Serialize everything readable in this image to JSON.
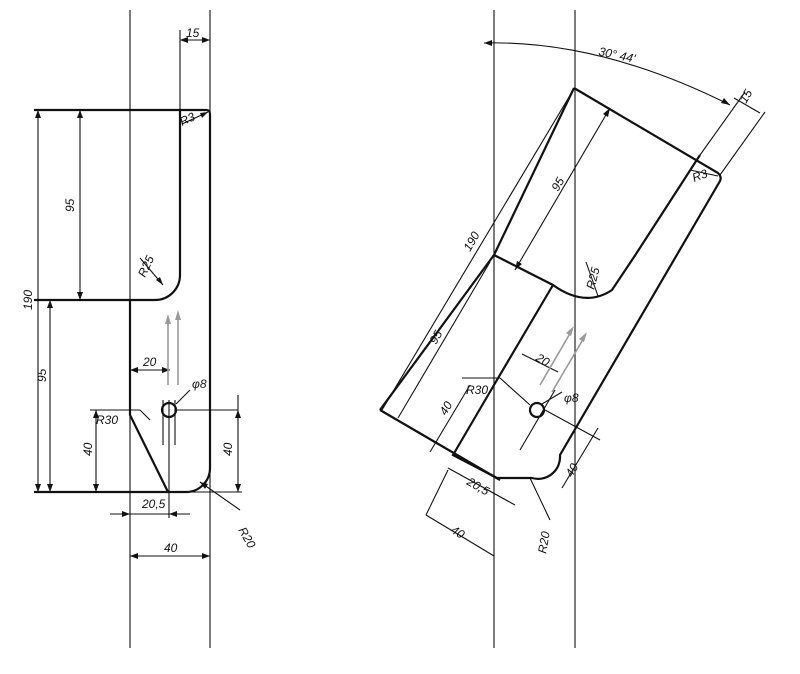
{
  "left_view": {
    "dims": {
      "top_width": "15",
      "r3": "R3",
      "h95_upper": "95",
      "h190": "190",
      "r25": "R25",
      "h95_lower": "95",
      "w20": "20",
      "phi8": "φ8",
      "r30": "R30",
      "h40_left": "40",
      "h40_right": "40",
      "w20_5": "20,5",
      "r20": "R20",
      "w40": "40"
    }
  },
  "right_view": {
    "dims": {
      "angle": "30° 44'",
      "top_width": "15",
      "r3": "R3",
      "h95_upper": "95",
      "h190": "190",
      "r25": "R25",
      "h95_lower": "95",
      "w20": "20",
      "phi8": "φ8",
      "r30": "R30",
      "h40_left": "40",
      "h40_right": "40",
      "w20_5": "20,5",
      "r20": "R20",
      "w40": "40"
    }
  }
}
